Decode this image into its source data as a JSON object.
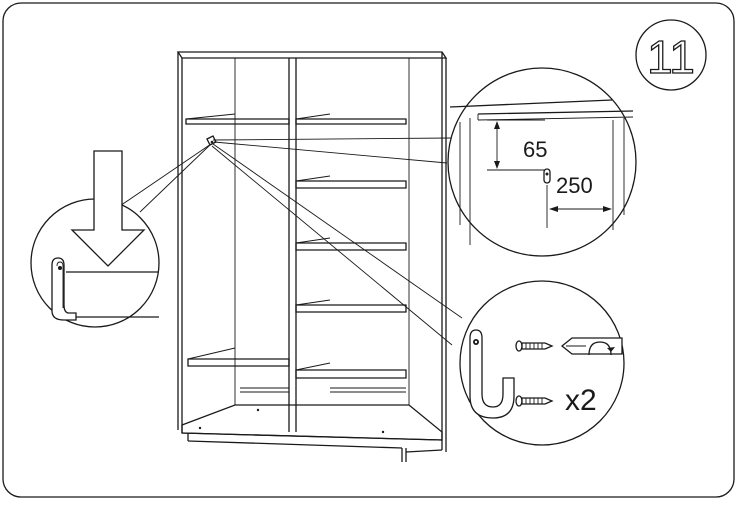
{
  "step": {
    "number": "11"
  },
  "detail_top": {
    "height_dim": "65",
    "offset_dim": "250"
  },
  "detail_parts": {
    "quantity": "x2"
  },
  "colors": {
    "line": "#1a1a1a",
    "background": "#ffffff"
  },
  "icons": [
    "down-arrow-icon",
    "rail-holder-icon",
    "screw-icon",
    "screwdriver-icon"
  ]
}
